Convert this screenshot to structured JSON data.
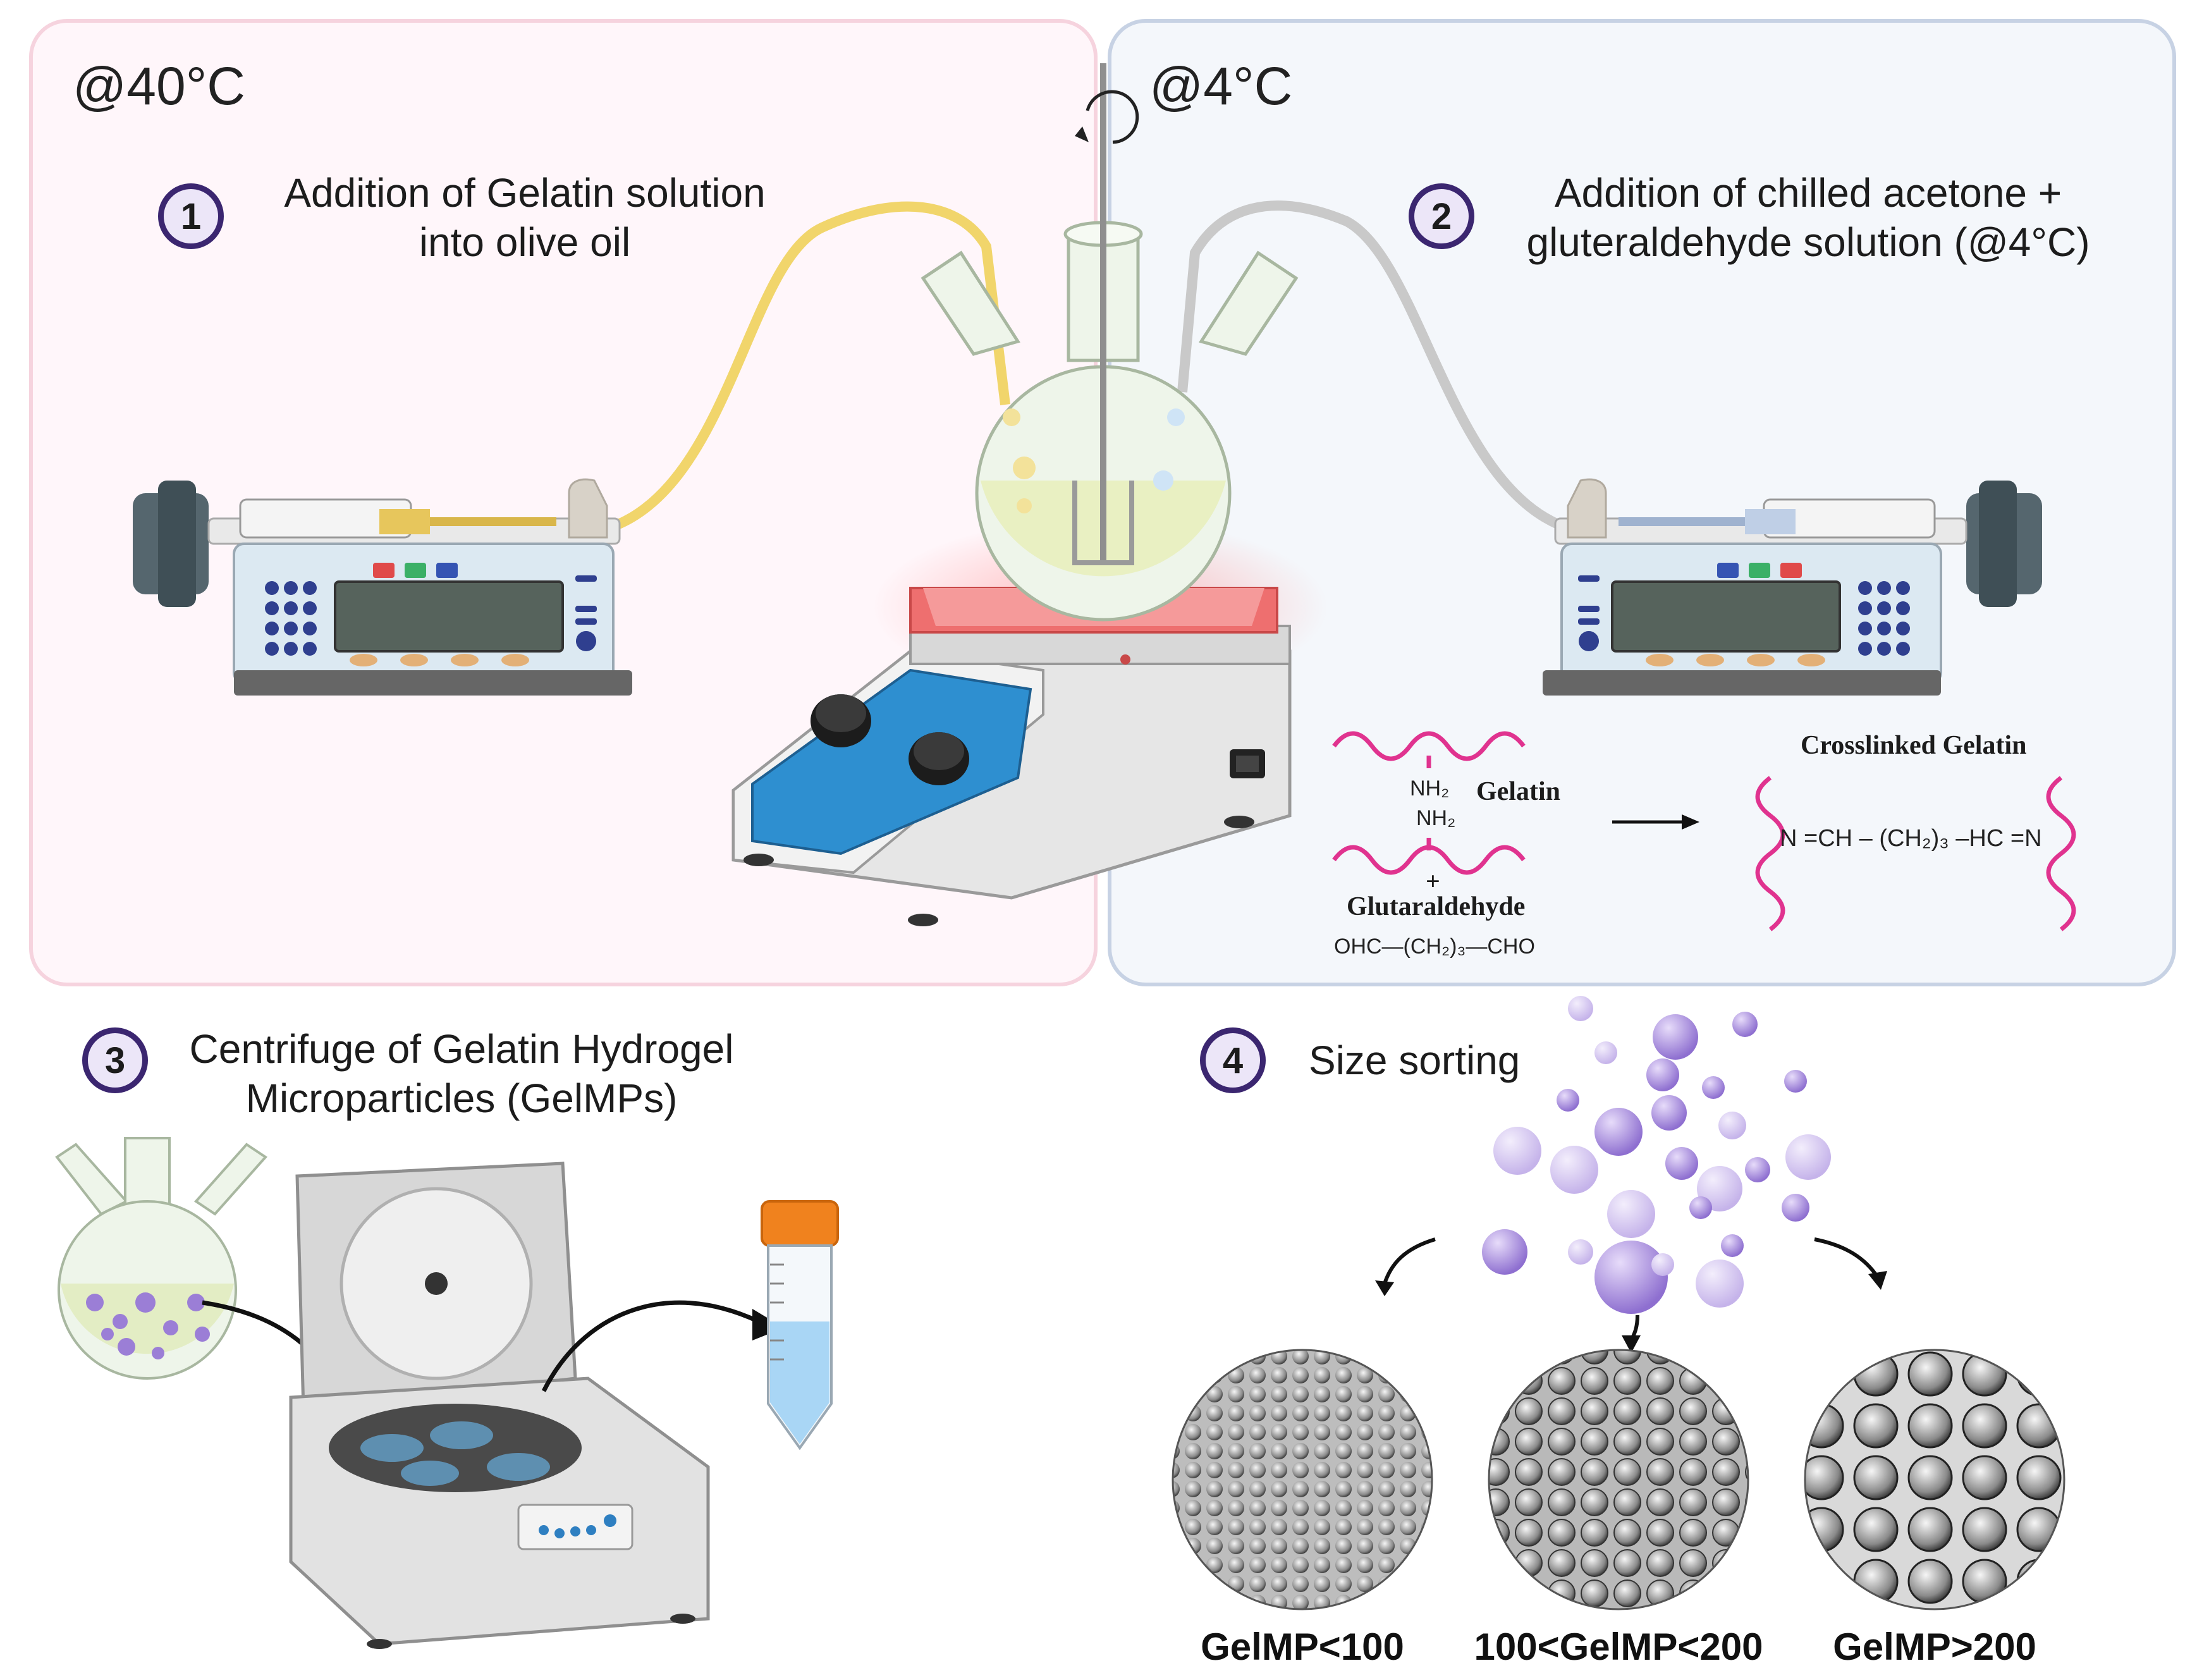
{
  "colors": {
    "panel_warm_bg": "#fff6fa",
    "panel_warm_border": "#f6d3de",
    "panel_cool_bg": "#f4f7fb",
    "panel_cool_border": "#c7d2e4",
    "step_circle_border": "#3b2670",
    "gelatin_chain": "#e0338f",
    "particle_purple": "#9b7ed6",
    "hotplate_red": "#ee6f6f",
    "stirrer_blue": "#2e8fd0"
  },
  "panel1": {
    "temperature": "@40°C",
    "step_number": "1",
    "step_text_line1": "Addition of Gelatin solution",
    "step_text_line2": "into olive oil"
  },
  "panel2": {
    "temperature": "@4°C",
    "step_number": "2",
    "step_text_line1": "Addition of chilled acetone +",
    "step_text_line2": "gluteraldehyde solution (@4°C)"
  },
  "reaction": {
    "nh2_top": "NH₂",
    "nh2_bottom": "NH₂",
    "gelatin_label": "Gelatin",
    "plus": "+",
    "glutaraldehyde_label": "Glutaraldehyde",
    "glutaraldehyde_formula": "OHC—(CH₂)₃—CHO",
    "product_title": "Crosslinked Gelatin",
    "product_formula": "N =CH – (CH₂)₃ –HC =N"
  },
  "step3": {
    "step_number": "3",
    "step_text_line1": "Centrifuge of Gelatin Hydrogel",
    "step_text_line2": "Microparticles (GelMPs)"
  },
  "step4": {
    "step_number": "4",
    "step_text": "Size sorting",
    "labels": [
      "GelMP<100",
      "100<GelMP<200",
      "GelMP>200"
    ]
  },
  "icons": {
    "stir_rotation": "rotation-arrow-icon",
    "syringe_pump": "syringe-pump-icon",
    "hotplate": "hotplate-stirrer-icon",
    "flask": "three-neck-flask-icon",
    "centrifuge": "centrifuge-icon",
    "tube": "falcon-tube-icon"
  }
}
